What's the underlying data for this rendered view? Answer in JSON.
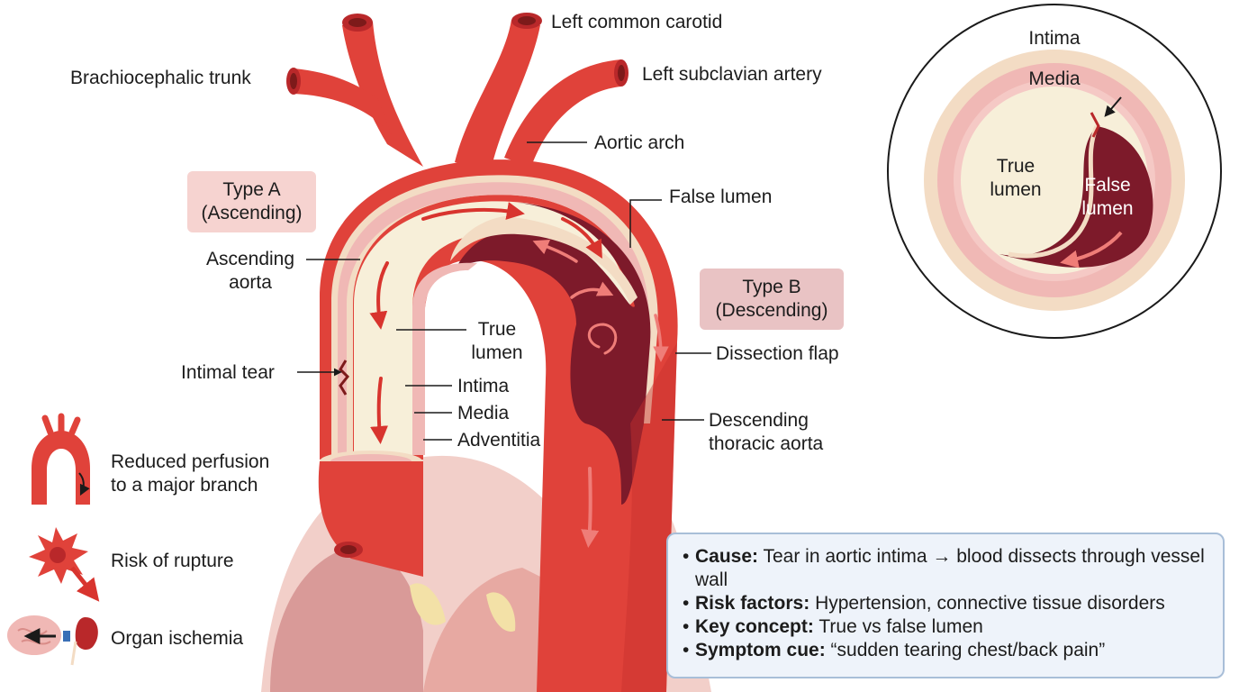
{
  "vessel_labels": {
    "brachiocephalic": "Brachiocephalic trunk",
    "left_common_carotid": "Left common carotid",
    "left_subclavian": "Left subclavian artery",
    "aortic_arch": "Aortic arch",
    "false_lumen": "False lumen",
    "ascending_aorta": [
      "Ascending",
      "aorta"
    ],
    "true_lumen": [
      "True",
      "lumen"
    ],
    "dissection_flap": "Dissection flap",
    "intimal_tear": "Intimal tear",
    "intima": "Intima",
    "media": "Media",
    "adventitia": "Adventitia",
    "descending_aorta": [
      "Descending",
      "thoracic aorta"
    ]
  },
  "type_a": [
    "Type A",
    "(Ascending)"
  ],
  "type_b": [
    "Type B",
    "(Descending)"
  ],
  "cross_section": {
    "intima": "Intima",
    "media": "Media",
    "true_lumen": [
      "True",
      "lumen"
    ],
    "false_lumen": [
      "False",
      "lumen"
    ]
  },
  "consequences": [
    {
      "icon": "aortic-arch-icon",
      "lines": [
        "Reduced perfusion",
        "to a major branch"
      ]
    },
    {
      "icon": "rupture-burst-icon",
      "lines": [
        "Risk of rupture"
      ]
    },
    {
      "icon": "brain-kidney-icon",
      "lines": [
        "Organ ischemia"
      ]
    }
  ],
  "facts": [
    {
      "term": "Cause:",
      "text": "Tear in aortic intima → blood dissects through vessel wall"
    },
    {
      "term": "Risk factors:",
      "text": "Hypertension, connective tissue disorders"
    },
    {
      "term": "Key concept:",
      "text": "True vs false lumen"
    },
    {
      "term": "Symptom cue:",
      "text": "“sudden tearing chest/back pain”"
    }
  ],
  "colors": {
    "aorta_red": "#e0423a",
    "aorta_dark": "#b9282a",
    "false_lumen": "#7d1a2a",
    "true_lumen": "#f7efd9",
    "media_pink": "#f0b8b5",
    "adventitia_tan": "#f3dcc4",
    "fact_box_bg": "#eef3fa",
    "fact_box_border": "#a8bed8"
  }
}
